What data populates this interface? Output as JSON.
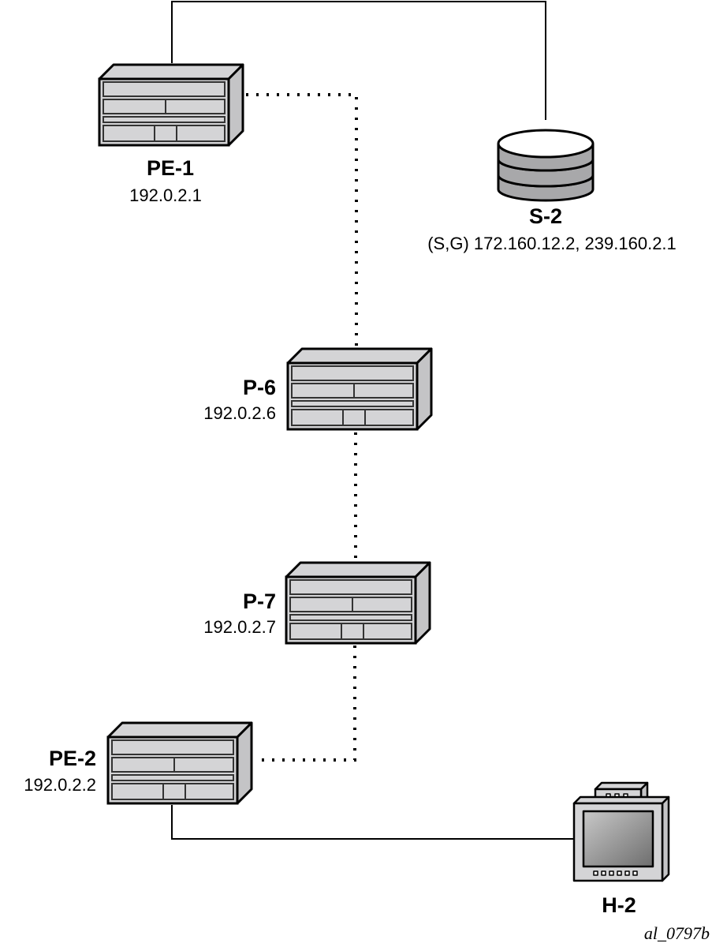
{
  "nodes": {
    "pe1": {
      "name": "PE-1",
      "ip": "192.0.2.1"
    },
    "s2": {
      "name": "S-2",
      "group": "(S,G) 172.160.12.2, 239.160.2.1"
    },
    "p6": {
      "name": "P-6",
      "ip": "192.0.2.6"
    },
    "p7": {
      "name": "P-7",
      "ip": "192.0.2.7"
    },
    "pe2": {
      "name": "PE-2",
      "ip": "192.0.2.2"
    },
    "h2": {
      "name": "H-2"
    }
  },
  "figure_id": "al_0797b",
  "colors": {
    "device_fill": "#d4d4d6",
    "stroke": "#000000"
  }
}
